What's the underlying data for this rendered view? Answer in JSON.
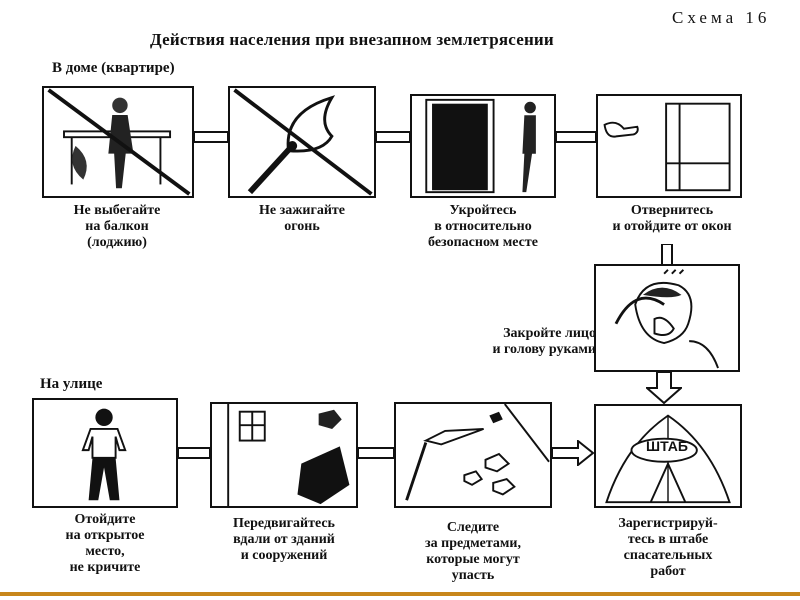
{
  "header": {
    "scheme_label": "Схема 16",
    "title": "Действия населения при внезапном землетрясении"
  },
  "sections": {
    "home": "В доме (квартире)",
    "street": "На улице"
  },
  "home_steps": [
    {
      "line1": "Не выбегайте",
      "line2": "на балкон",
      "line3": "(лоджию)"
    },
    {
      "line1": "Не зажигайте",
      "line2": "огонь"
    },
    {
      "line1": "Укройтесь",
      "line2": "в относительно",
      "line3": "безопасном месте"
    },
    {
      "line1": "Отвернитесь",
      "line2": "и отойдите от окон"
    },
    {
      "line1": "Закройте лицо",
      "line2": "и голову руками"
    }
  ],
  "street_steps": [
    {
      "line1": "Отойдите",
      "line2": "на открытое",
      "line3": "место,",
      "line4": "не кричите"
    },
    {
      "line1": "Передвигайтесь",
      "line2": "вдали от зданий",
      "line3": "и сооружений"
    },
    {
      "line1": "Следите",
      "line2": "за предметами,",
      "line3": "которые могут",
      "line4": "упасть"
    },
    {
      "line1": "Зарегистрируй-",
      "line2": "тесь в штабе",
      "line3": "спасательных",
      "line4": "работ"
    }
  ],
  "tent_sign": "ШТАБ",
  "colors": {
    "accent_line": "#c8861a",
    "ink": "#111111"
  }
}
